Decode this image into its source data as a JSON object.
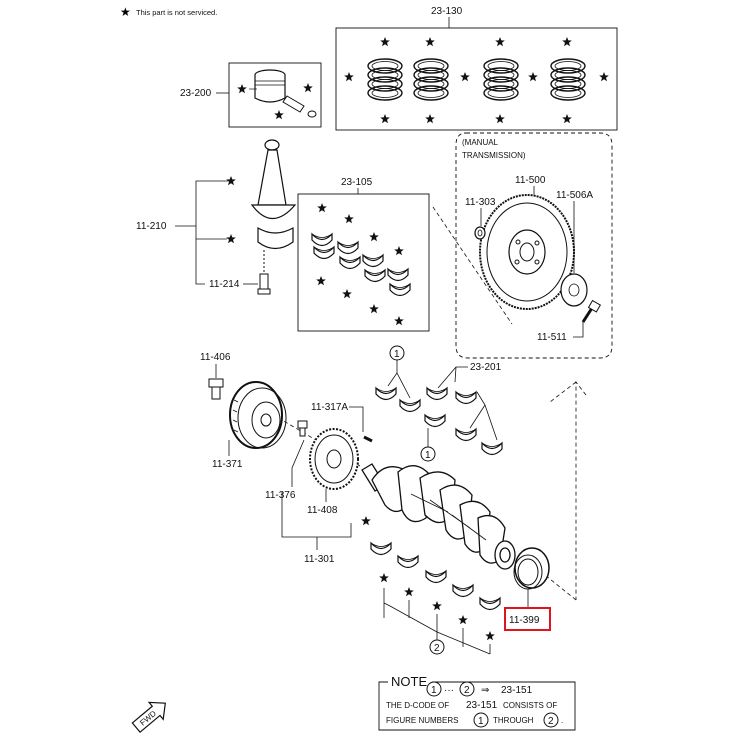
{
  "legend": {
    "star": "★",
    "text": "This part is not serviced."
  },
  "groups": {
    "pistons_rings": "23-130",
    "piston_assy": "23-200",
    "conrod_bearings": "23-105",
    "conrod": "11-210",
    "conrod_bolt": "11-214",
    "manual_tx_line1": "(MANUAL",
    "manual_tx_line2": "TRANSMISSION)",
    "flywheel": "11-500",
    "pilot_bearing": "11-303",
    "flywheel_plate": "11-506A",
    "flywheel_bolt": "11-511",
    "main_bearing_upper": "23-201",
    "pulley_bolt": "11-406",
    "pulley": "11-371",
    "pulse_key": "11-317A",
    "pulse_bolt": "11-376",
    "pulse_plate": "11-408",
    "crankshaft": "11-301",
    "rear_seal": "11-399"
  },
  "circle_refs": {
    "one": "1",
    "two": "2"
  },
  "note": {
    "title": "NOTE",
    "row1_ellipsis": "···",
    "row1_arrow": "⇒",
    "row1_code": "23-151",
    "row2_a": "THE D-CODE OF",
    "row2_code": "23-151",
    "row2_b": "CONSISTS OF",
    "row3_a": "FIGURE NUMBERS",
    "row3_b": "THROUGH",
    "row3_end": "."
  },
  "fwd": "FWD",
  "highlight_color": "#e0141e"
}
